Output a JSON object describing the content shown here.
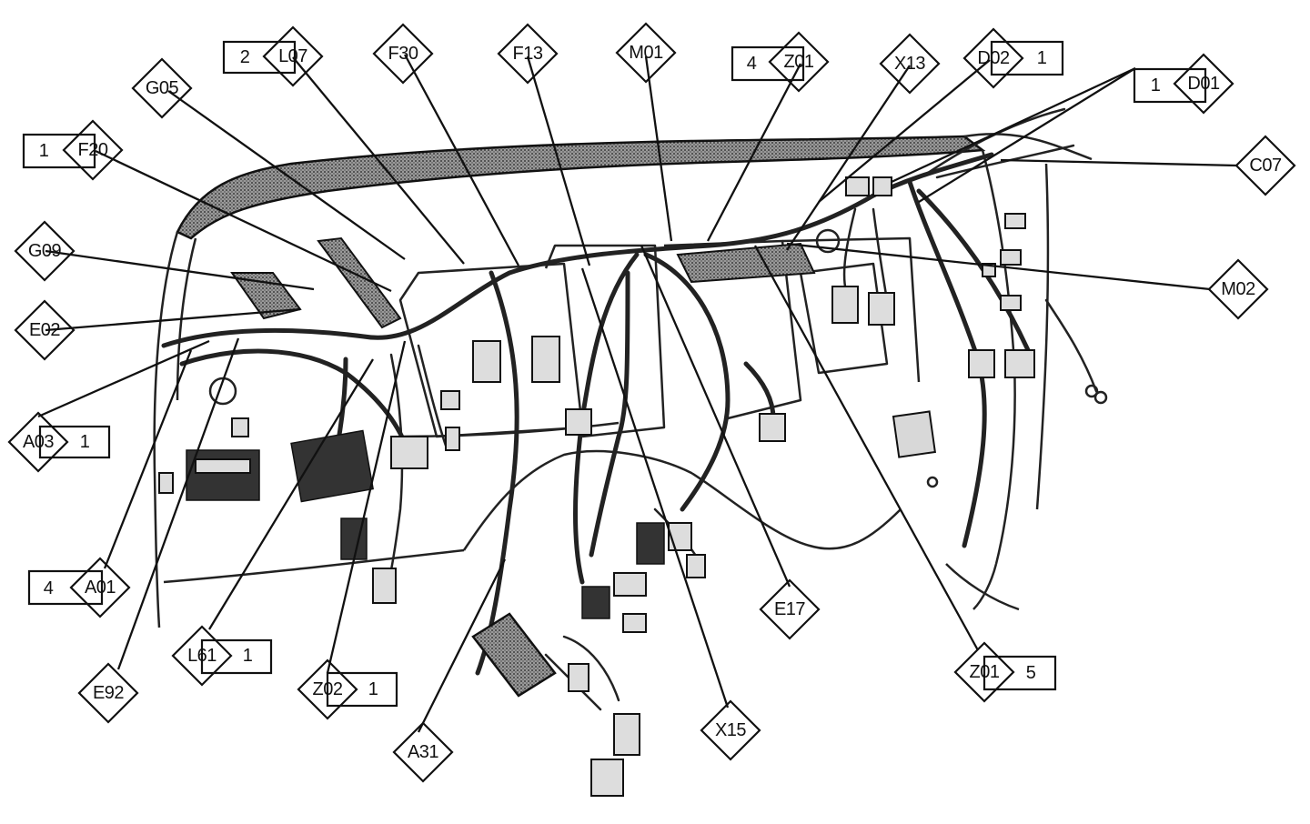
{
  "callouts": [
    {
      "id": "L07",
      "label": "L07",
      "number": "2"
    },
    {
      "id": "F30",
      "label": "F30"
    },
    {
      "id": "F13",
      "label": "F13"
    },
    {
      "id": "M01",
      "label": "M01"
    },
    {
      "id": "Z01-top",
      "label": "Z01",
      "number": "4"
    },
    {
      "id": "X13",
      "label": "X13"
    },
    {
      "id": "D02",
      "label": "D02",
      "number": "1"
    },
    {
      "id": "D01",
      "label": "D01",
      "number": "1"
    },
    {
      "id": "G05",
      "label": "G05"
    },
    {
      "id": "F20",
      "label": "F20",
      "number": "1"
    },
    {
      "id": "G09",
      "label": "G09"
    },
    {
      "id": "E02",
      "label": "E02"
    },
    {
      "id": "A03",
      "label": "A03",
      "number": "1"
    },
    {
      "id": "A01",
      "label": "A01",
      "number": "4"
    },
    {
      "id": "E92",
      "label": "E92"
    },
    {
      "id": "L61",
      "label": "L61",
      "number": "1"
    },
    {
      "id": "Z02",
      "label": "Z02",
      "number": "1"
    },
    {
      "id": "A31",
      "label": "A31"
    },
    {
      "id": "X15",
      "label": "X15"
    },
    {
      "id": "E17",
      "label": "E17"
    },
    {
      "id": "Z01-bottom",
      "label": "Z01",
      "number": "5"
    },
    {
      "id": "C07",
      "label": "C07"
    },
    {
      "id": "M02",
      "label": "M02"
    }
  ]
}
